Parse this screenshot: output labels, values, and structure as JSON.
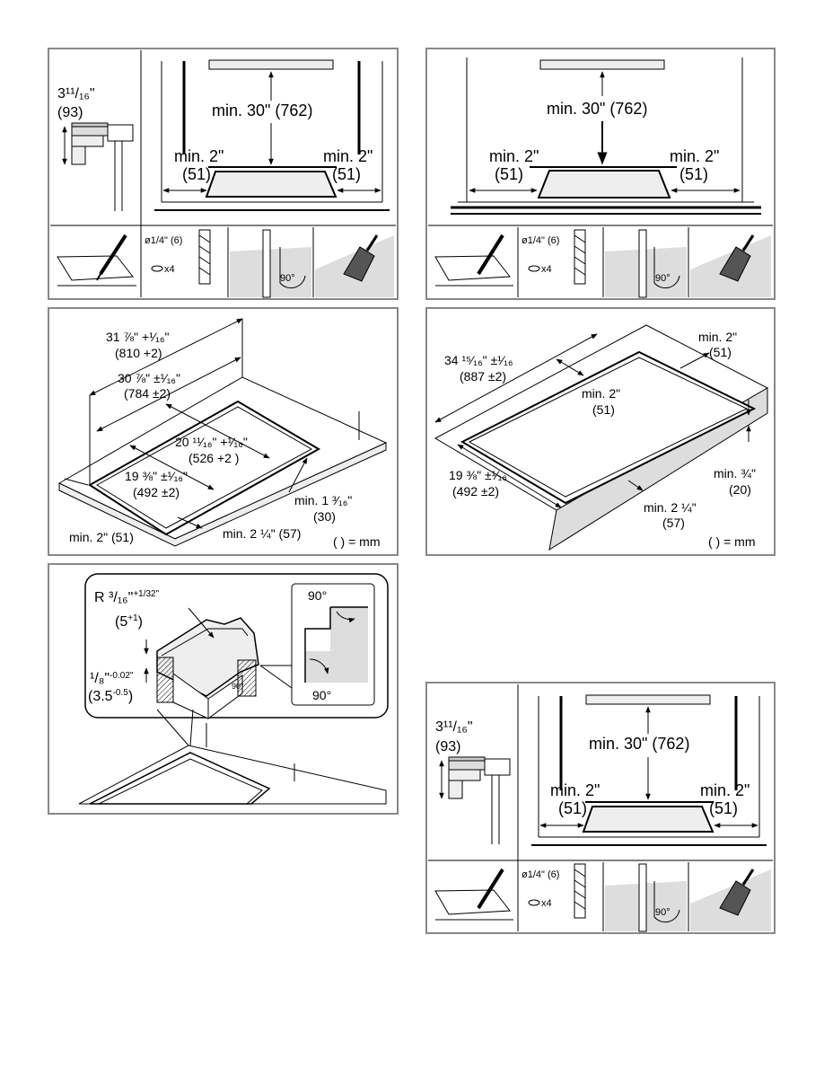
{
  "panel_tl": {
    "height_label": "3¹¹/₁₆\"",
    "height_mm": "(93)",
    "top_clearance": "min. 30\" (762)",
    "left_side": "min. 2\"",
    "left_side_mm": "(51)",
    "right_side": "min. 2\"",
    "right_side_mm": "(51)",
    "drill_dia": "ø1/4\" (6)",
    "drill_count": "x4",
    "angle": "90°"
  },
  "panel_tr": {
    "top_clearance": "min. 30\" (762)",
    "left_side": "min. 2\"",
    "left_side_mm": "(51)",
    "right_side": "min. 2\"",
    "right_side_mm": "(51)",
    "drill_dia": "ø1/4\" (6)",
    "drill_count": "x4",
    "angle": "90°"
  },
  "panel_ml": {
    "dim_outer_w": "31 ⅞\" +¹⁄₁₆\"",
    "dim_outer_w_mm": "(810 +2)",
    "dim_inner_w": "30 ⅞\" ±¹⁄₁₆\"",
    "dim_inner_w_mm": "(784 ±2)",
    "dim_depth_a": "20 ¹¹⁄₁₆\" +¹⁄₁₆\"",
    "dim_depth_a_mm": "(526 +2 )",
    "dim_depth_b": "19 ⅜\" ±¹⁄₁₆\"",
    "dim_depth_b_mm": "(492 ±2)",
    "min_front": "min. 1 ³⁄₁₆\"",
    "min_front_mm": "(30)",
    "min_left": "min. 2\" (51)",
    "min_back": "min. 2 ¼\" (57)",
    "unit_note": "( ) = mm"
  },
  "panel_mr": {
    "dim_width": "34 ¹⁵⁄₁₆\" ±¹⁄₁₆",
    "dim_width_mm": "(887 ±2)",
    "min_right": "min. 2\"",
    "min_right_mm": "(51)",
    "min_inner": "min. 2\"",
    "min_inner_mm": "(51)",
    "dim_depth": "19 ⅜\" ±¹⁄₁₆",
    "dim_depth_mm": "(492 ±2)",
    "min_edge": "min. ¾\"",
    "min_edge_mm": "(20)",
    "min_back": "min. 2 ¼\"",
    "min_back_mm": "(57)",
    "unit_note": "( ) = mm"
  },
  "panel_bl": {
    "radius_prefix": "R ",
    "radius_frac": "³/₁₆\"",
    "radius_tol": "+1/32\"",
    "radius_mm": "(5",
    "radius_mm_tol": "+1",
    "radius_mm_close": ")",
    "depth_frac": "¹/₈\"",
    "depth_tol": "-0.02\"",
    "depth_mm": "(3.5",
    "depth_mm_tol": "-0.5",
    "depth_mm_close": ")",
    "angle_top": "90°",
    "angle_bottom": "90°",
    "angle_small": "90°"
  },
  "panel_br": {
    "height_label": "3¹¹/₁₆\"",
    "height_mm": "(93)",
    "top_clearance": "min. 30\" (762)",
    "left_side": "min. 2\"",
    "left_side_mm": "(51)",
    "right_side": "min. 2\"",
    "right_side_mm": "(51)",
    "drill_dia": "ø1/4\" (6)",
    "drill_count": "x4",
    "angle": "90°"
  }
}
